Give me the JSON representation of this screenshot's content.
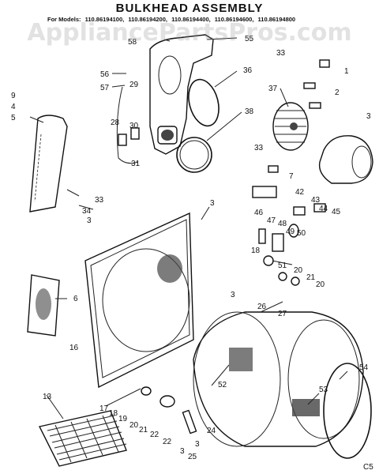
{
  "title": "BULKHEAD ASSEMBLY",
  "models_prefix": "For Models:",
  "models": [
    "110.86194100,",
    "110.86194200,",
    "110.86194400,",
    "110.86194600,",
    "110.86194800"
  ],
  "watermark": "AppliancePartsPros.com",
  "corner_code": "C5",
  "callouts": [
    "58",
    "55",
    "56",
    "29",
    "57",
    "36",
    "37",
    "33",
    "1",
    "2",
    "9",
    "4",
    "5",
    "28",
    "30",
    "31",
    "38",
    "3",
    "33",
    "7",
    "33",
    "34",
    "3",
    "42",
    "43",
    "44",
    "45",
    "3",
    "46",
    "47",
    "48",
    "49",
    "50",
    "18",
    "51",
    "20",
    "21",
    "20",
    "6",
    "3",
    "26",
    "27",
    "16",
    "52",
    "54",
    "53",
    "17",
    "18",
    "19",
    "20",
    "21",
    "22",
    "22",
    "24",
    "3",
    "25",
    "13",
    "3"
  ]
}
